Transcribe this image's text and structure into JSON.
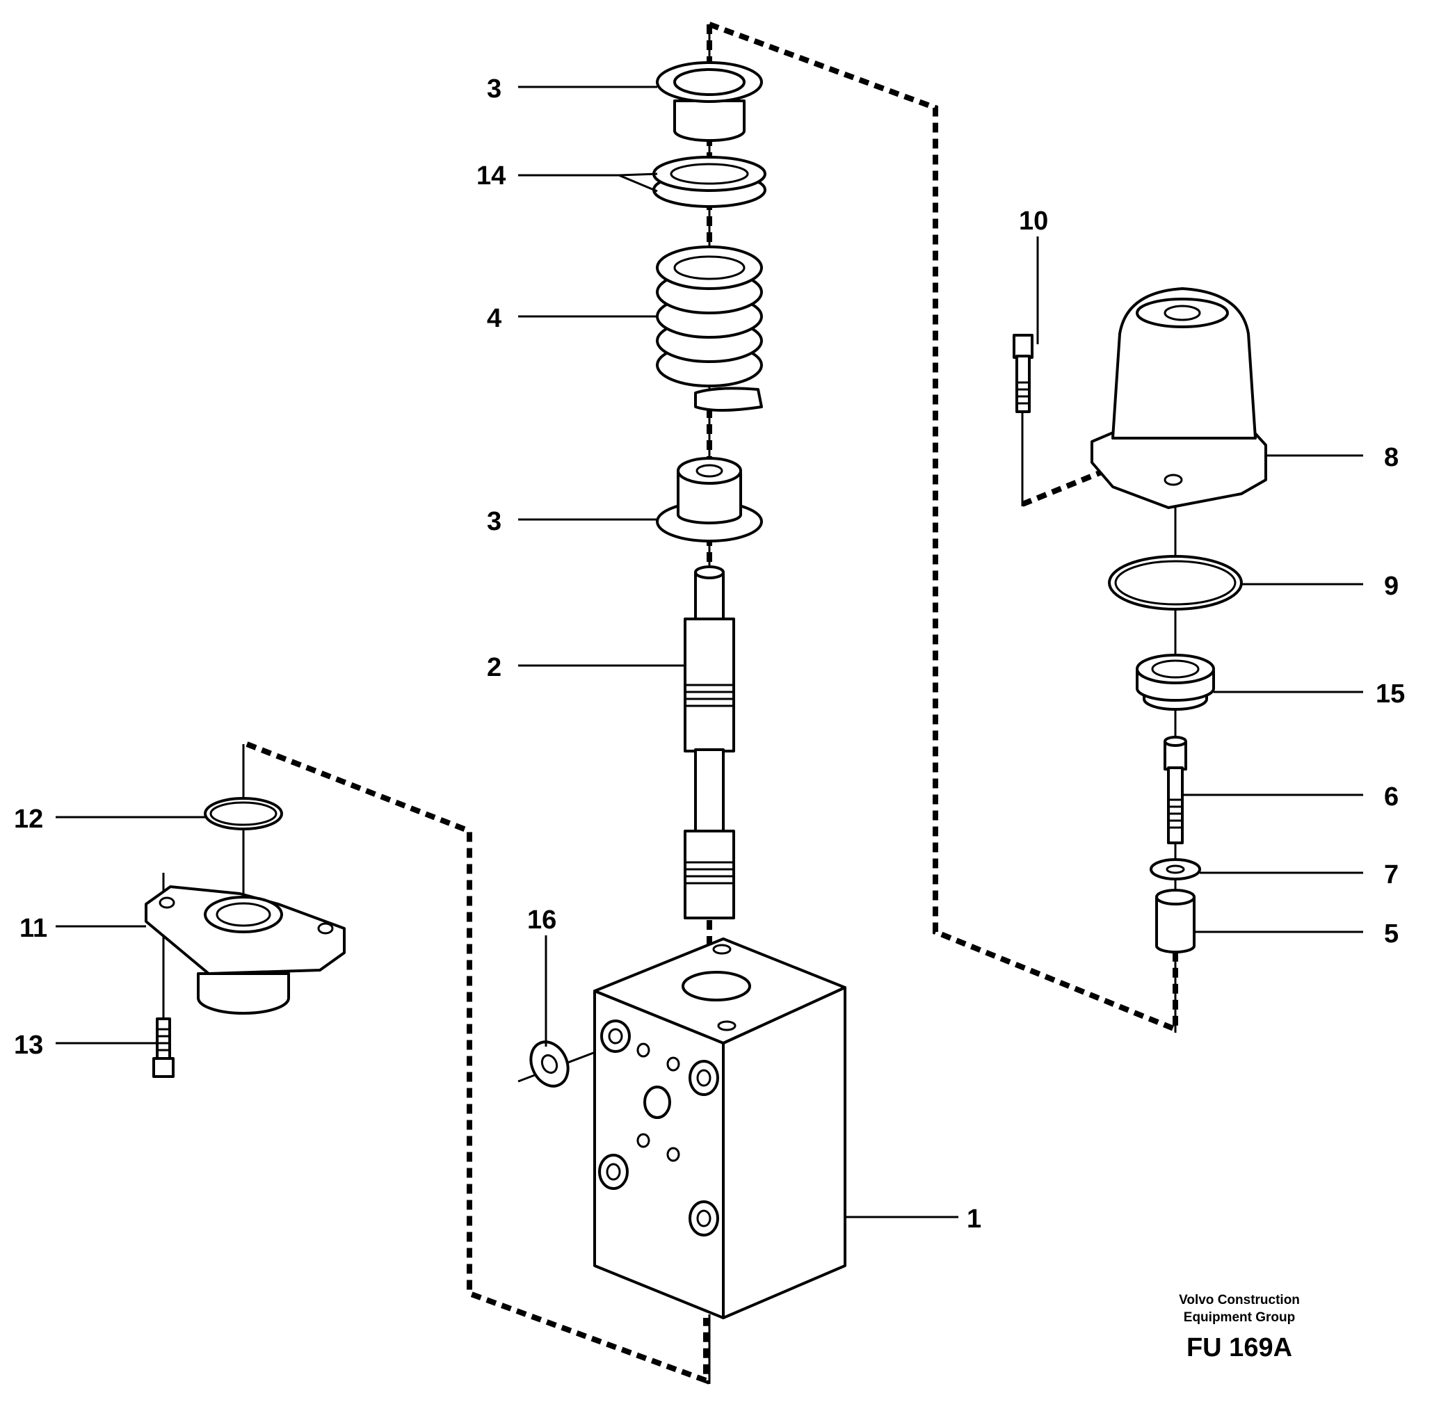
{
  "diagram": {
    "callouts": {
      "c1": "1",
      "c2": "2",
      "c3_top": "3",
      "c3_bottom": "3",
      "c4": "4",
      "c5": "5",
      "c6": "6",
      "c7": "7",
      "c8": "8",
      "c9": "9",
      "c10": "10",
      "c11": "11",
      "c12": "12",
      "c13": "13",
      "c14": "14",
      "c15": "15",
      "c16": "16"
    },
    "credit_line1": "Volvo Construction",
    "credit_line2": "Equipment Group",
    "figure_id": "FU 169A"
  }
}
